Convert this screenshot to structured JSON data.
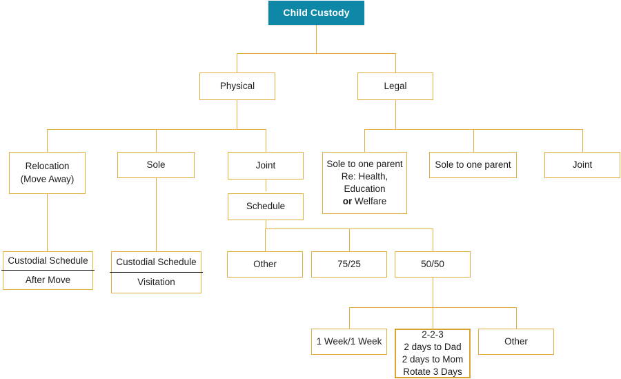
{
  "diagram": {
    "title": "Child Custody",
    "type": "hierarchy-tree",
    "colors": {
      "root_fill": "#0f87a6",
      "root_text": "#ffffff",
      "node_border": "#e0ae3c",
      "node_fill": "#ffffff",
      "node_text": "#1b1b1b",
      "connector": "#e0ae3c",
      "rule": "#1b1b1b"
    },
    "nodes": {
      "root": {
        "label": "Child Custody"
      },
      "physical": {
        "label": "Physical"
      },
      "legal": {
        "label": "Legal"
      },
      "relocation": {
        "line1": "Relocation",
        "line2": "(Move Away)"
      },
      "physical_sole": {
        "label": "Sole"
      },
      "physical_joint": {
        "label": "Joint"
      },
      "legal_sole_re": {
        "line1": "Sole to one parent",
        "line2": "Re: Health,",
        "line3": "Education",
        "line4_bold": "or",
        "line4_rest": " Welfare"
      },
      "legal_sole": {
        "label": "Sole to one parent"
      },
      "legal_joint": {
        "label": "Joint"
      },
      "custodial_after_move": {
        "top": "Custodial Schedule",
        "bottom": "After Move"
      },
      "custodial_visitation": {
        "top": "Custodial Schedule",
        "bottom": "Visitation"
      },
      "schedule": {
        "label": "Schedule"
      },
      "schedule_other": {
        "label": "Other"
      },
      "schedule_7525": {
        "label": "75/25"
      },
      "schedule_5050": {
        "label": "50/50"
      },
      "split_week": {
        "label": "1 Week/1 Week"
      },
      "split_223": {
        "line1": "2-2-3",
        "line2": "2 days to Dad",
        "line3": "2 days to Mom",
        "line4": "Rotate 3 Days"
      },
      "split_other": {
        "label": "Other"
      }
    }
  }
}
